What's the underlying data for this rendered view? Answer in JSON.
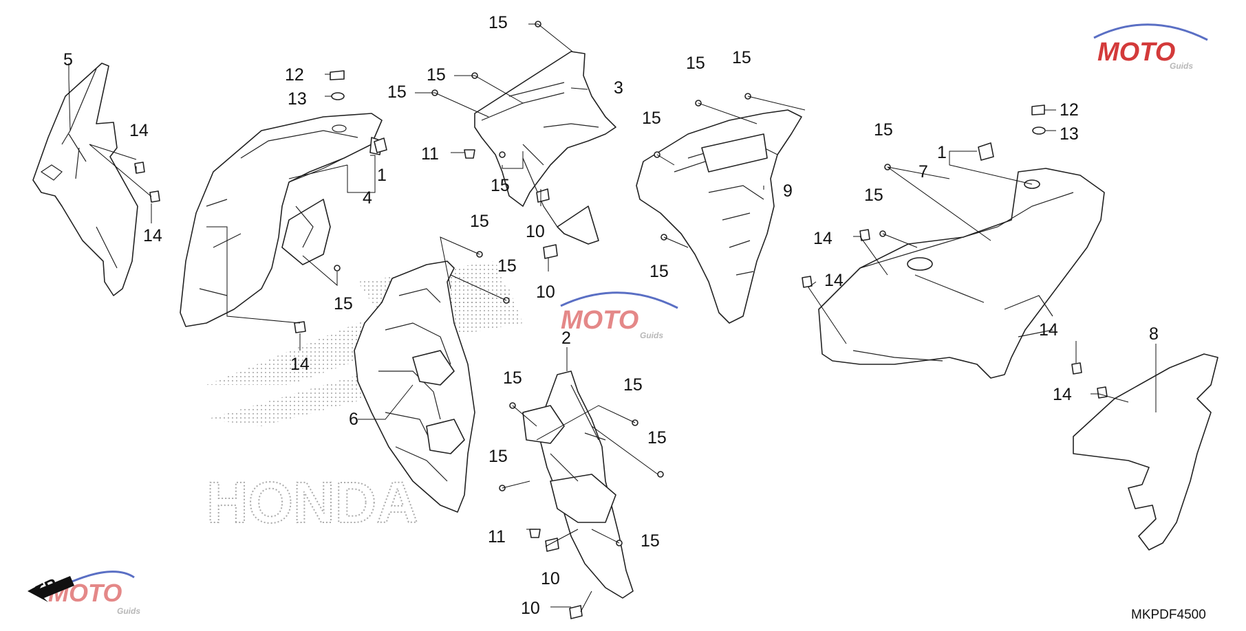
{
  "diagram": {
    "code": "MKPDF4500",
    "front_marker": "FR.",
    "watermark": {
      "brand": "MOTO",
      "sub": "Guids"
    },
    "background_wordmark": "HONDA",
    "callouts": [
      "1",
      "1",
      "2",
      "3",
      "4",
      "5",
      "6",
      "7",
      "8",
      "9",
      "10",
      "10",
      "10",
      "10",
      "11",
      "11",
      "12",
      "12",
      "13",
      "13",
      "14",
      "14",
      "14",
      "14",
      "14",
      "14",
      "14",
      "15",
      "15",
      "15",
      "15",
      "15",
      "15",
      "15",
      "15",
      "15",
      "15",
      "15",
      "15",
      "15",
      "15",
      "15",
      "15",
      "15",
      "15"
    ]
  },
  "colors": {
    "line": "#222222",
    "watermark_red": "#d33a3a",
    "watermark_gray": "#b7b7b7",
    "watermark_blue": "#5a6fc4"
  }
}
